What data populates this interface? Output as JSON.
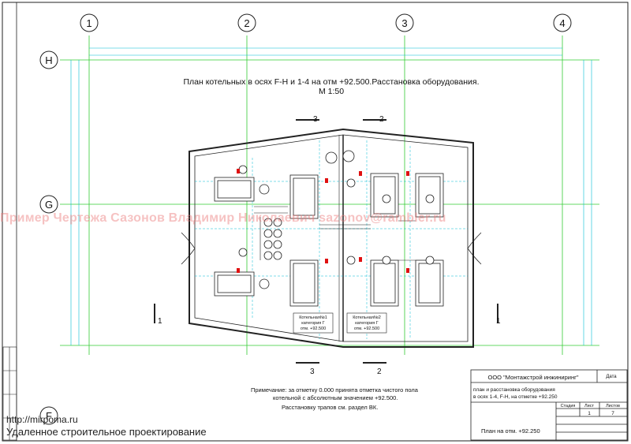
{
  "axes": {
    "columns": [
      "1",
      "2",
      "3",
      "4"
    ],
    "rows": [
      "H",
      "G",
      "F"
    ]
  },
  "title": {
    "line1": "План котельных в осях F-H и 1-4 на отм +92.500.Расстановка оборудования.",
    "line2": "М 1:50"
  },
  "section_marks": {
    "left_num": "3",
    "right_num": "2",
    "side_num": "1"
  },
  "room_labels": {
    "room1_line1": "Котельная№1",
    "room1_line2": "категория Г",
    "room1_line3": "отм. +92.500",
    "room2_line1": "Котельная№2",
    "room2_line2": "категория Г",
    "room2_line3": "отм. +92.500"
  },
  "note": {
    "line1": "Примечание: за отметку 0.000 принята отметка чистого пола",
    "line2": "котельной с абсолютным значением +92.500.",
    "line3": "Расстановку трапов см. раздел ВК."
  },
  "title_block": {
    "company": "ООО \"Монтажстрой инжиниринг\"",
    "date_label": "Дата",
    "desc_line1": "план и расстановка оборудования",
    "desc_line2": "в осях 1-4, F-H, на отметке +92.250",
    "stage_label": "Стадия",
    "sheet_label": "Лист",
    "sheets_label": "Листов",
    "sheet_value": "1",
    "sheets_value": "7",
    "plan_label": "План на отм. +92.250"
  },
  "watermark": "Пример Чертежа Сазонов Владимир Николаевич sazonov@rambler.ru",
  "footer": {
    "site": "http://mirpoma.ru",
    "slogan": "Удаленное строительное проектирование"
  },
  "colors": {
    "axis_line": "#33cc33",
    "dimension": "#00bcd4",
    "pipe_red": "#e01010",
    "wall": "#222222",
    "watermark": "#eb7878"
  }
}
